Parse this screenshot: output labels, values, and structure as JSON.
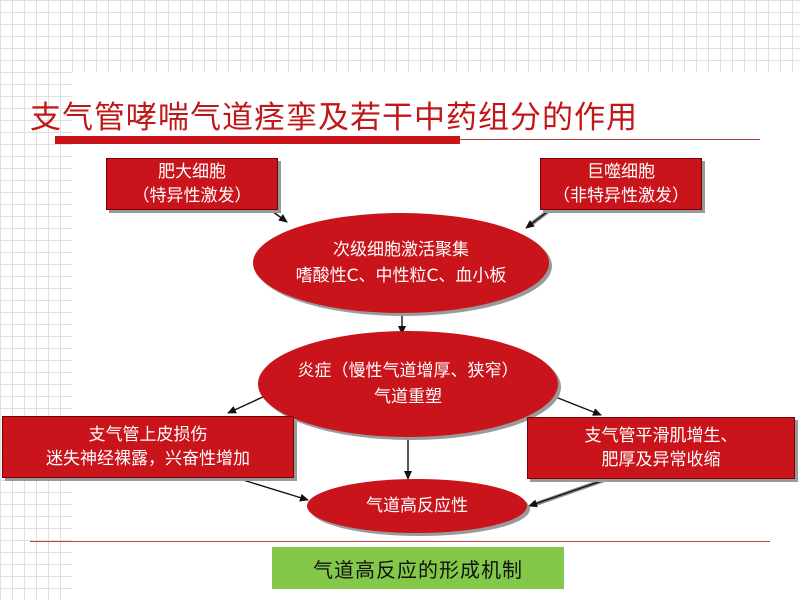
{
  "title": "支气管哮喘气道痉挛及若干中药组分的作用",
  "nodes": {
    "mast_cell": {
      "line1": "肥大细胞",
      "line2": "（特异性激发）"
    },
    "macrophage": {
      "line1": "巨噬细胞",
      "line2": "（非特异性激发）"
    },
    "secondary_cells": {
      "line1": "次级细胞激活聚集",
      "line2": "嗜酸性C、中性粒C、血小板"
    },
    "inflammation": {
      "line1": "炎症（慢性气道增厚、狭窄）",
      "line2": "气道重塑"
    },
    "epithelium": {
      "line1": "支气管上皮损伤",
      "line2": "迷失神经裸露，兴奋性增加"
    },
    "smooth_muscle": {
      "line1": "支气管平滑肌增生、",
      "line2": "肥厚及异常收缩"
    },
    "hyperresponsiveness": {
      "label": "气道高反应性"
    }
  },
  "caption": "气道高反应的形成机制",
  "colors": {
    "node_fill": "#c8141a",
    "title_text": "#c01818",
    "caption_fill": "#84c84a"
  }
}
